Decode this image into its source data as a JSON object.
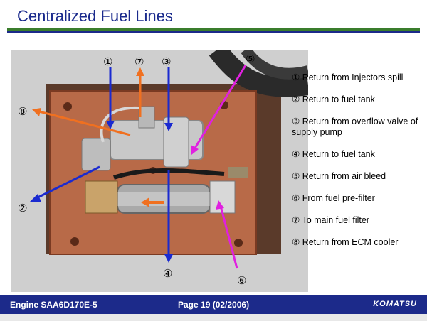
{
  "title": "Centralized Fuel Lines",
  "callouts": [
    {
      "num": "①",
      "text": "Return from Injectors spill"
    },
    {
      "num": "②",
      "text": "Return to fuel tank"
    },
    {
      "num": "③",
      "text": "Return from overflow valve of supply pump"
    },
    {
      "num": "④",
      "text": "Return to fuel tank"
    },
    {
      "num": "⑤",
      "text": "Return from air bleed"
    },
    {
      "num": "⑥",
      "text": "From fuel pre-filter"
    },
    {
      "num": "⑦",
      "text": "To  main fuel filter"
    },
    {
      "num": "⑧",
      "text": "Return from ECM cooler"
    }
  ],
  "footer": {
    "model": "Engine SAA6D170E-5",
    "page": "Page 19 (02/2006)",
    "logo": "KOMATSU"
  },
  "colors": {
    "title": "#1a2a8c",
    "footer_bg": "#1c2a8a",
    "accent_green": "#3a7d2c",
    "arrow_blue": "#1a2ad0",
    "arrow_orange": "#f07020",
    "arrow_magenta": "#e020e0"
  }
}
